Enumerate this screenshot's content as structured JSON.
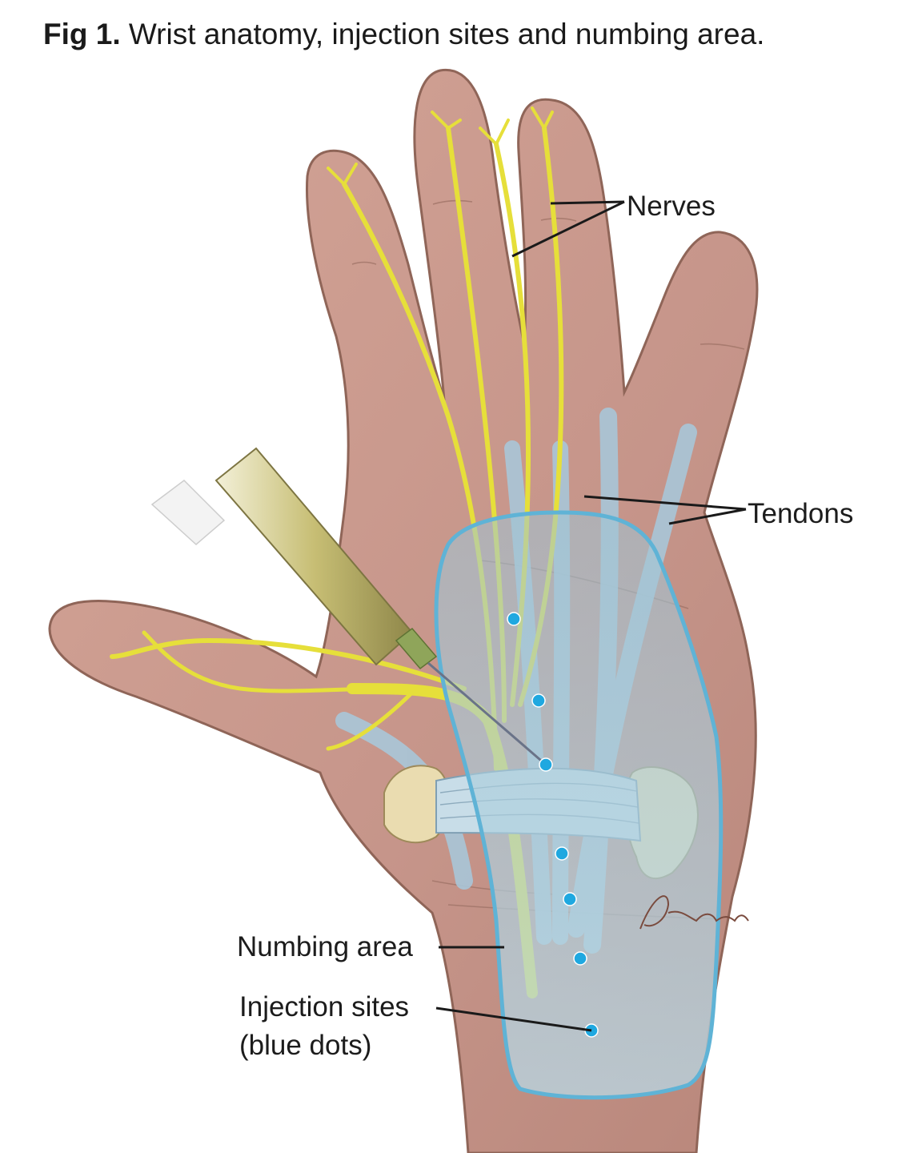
{
  "caption": {
    "figure_number": "Fig 1.",
    "title": "Wrist anatomy, injection sites and numbing area."
  },
  "labels": {
    "nerves": "Nerves",
    "tendons": "Tendons",
    "numbing_area": "Numbing area",
    "injection_sites_line1": "Injection sites",
    "injection_sites_line2": "(blue dots)"
  },
  "signature": "DKlein",
  "colors": {
    "skin": "#c9988a",
    "skin_outline": "#8f6558",
    "nerve": "#e6df3a",
    "nerve_outline": "#b7a92a",
    "tendon": "#a9c6d8",
    "numbing_area_fill": "#a9c6d1",
    "numbing_area_outline": "#5fb3d6",
    "injection_dot": "#1fa8e0",
    "bone": "#eadcb0",
    "syringe_barrel": "#c8c07e"
  },
  "icons": [
    "syringe-icon"
  ]
}
